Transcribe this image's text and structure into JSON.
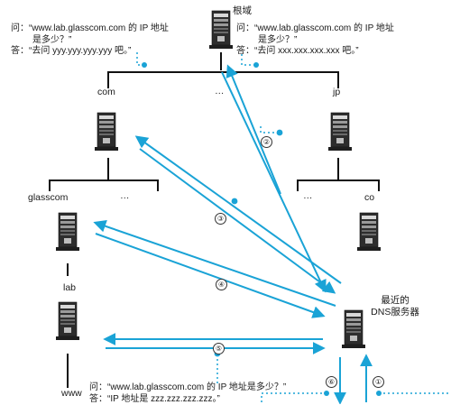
{
  "nodes": {
    "root": "根域",
    "com": "com",
    "dots_top": "…",
    "jp": "jp",
    "glasscom": "glasscom",
    "dots_com": "…",
    "dots_jp": "…",
    "co": "co",
    "lab": "lab",
    "www": "www",
    "dns_line1": "最近的",
    "dns_line2": "DNS服务器"
  },
  "dialogues": {
    "com_left": {
      "q1": "问：“www.lab.glasscom.com 的 IP 地址",
      "q2": "是多少？”",
      "a": "答：“去问 yyy.yyy.yyy.yyy 吧。”"
    },
    "root_right": {
      "q1": "问：“www.lab.glasscom.com 的 IP 地址",
      "q2": "是多少？”",
      "a": "答：“去问 xxx.xxx.xxx.xxx 吧。”"
    },
    "lab_bottom": {
      "q": "问：“www.lab.glasscom.com 的 IP 地址是多少？”",
      "a": "答：“IP 地址是 zzz.zzz.zzz.zzz。”"
    }
  },
  "steps": [
    "①",
    "②",
    "③",
    "④",
    "⑤",
    "⑥"
  ],
  "colors": {
    "arrow": "#1aa3d6",
    "tree_line": "#111111",
    "server_dark": "#2d2d2d",
    "server_light": "#9a9a9a"
  }
}
